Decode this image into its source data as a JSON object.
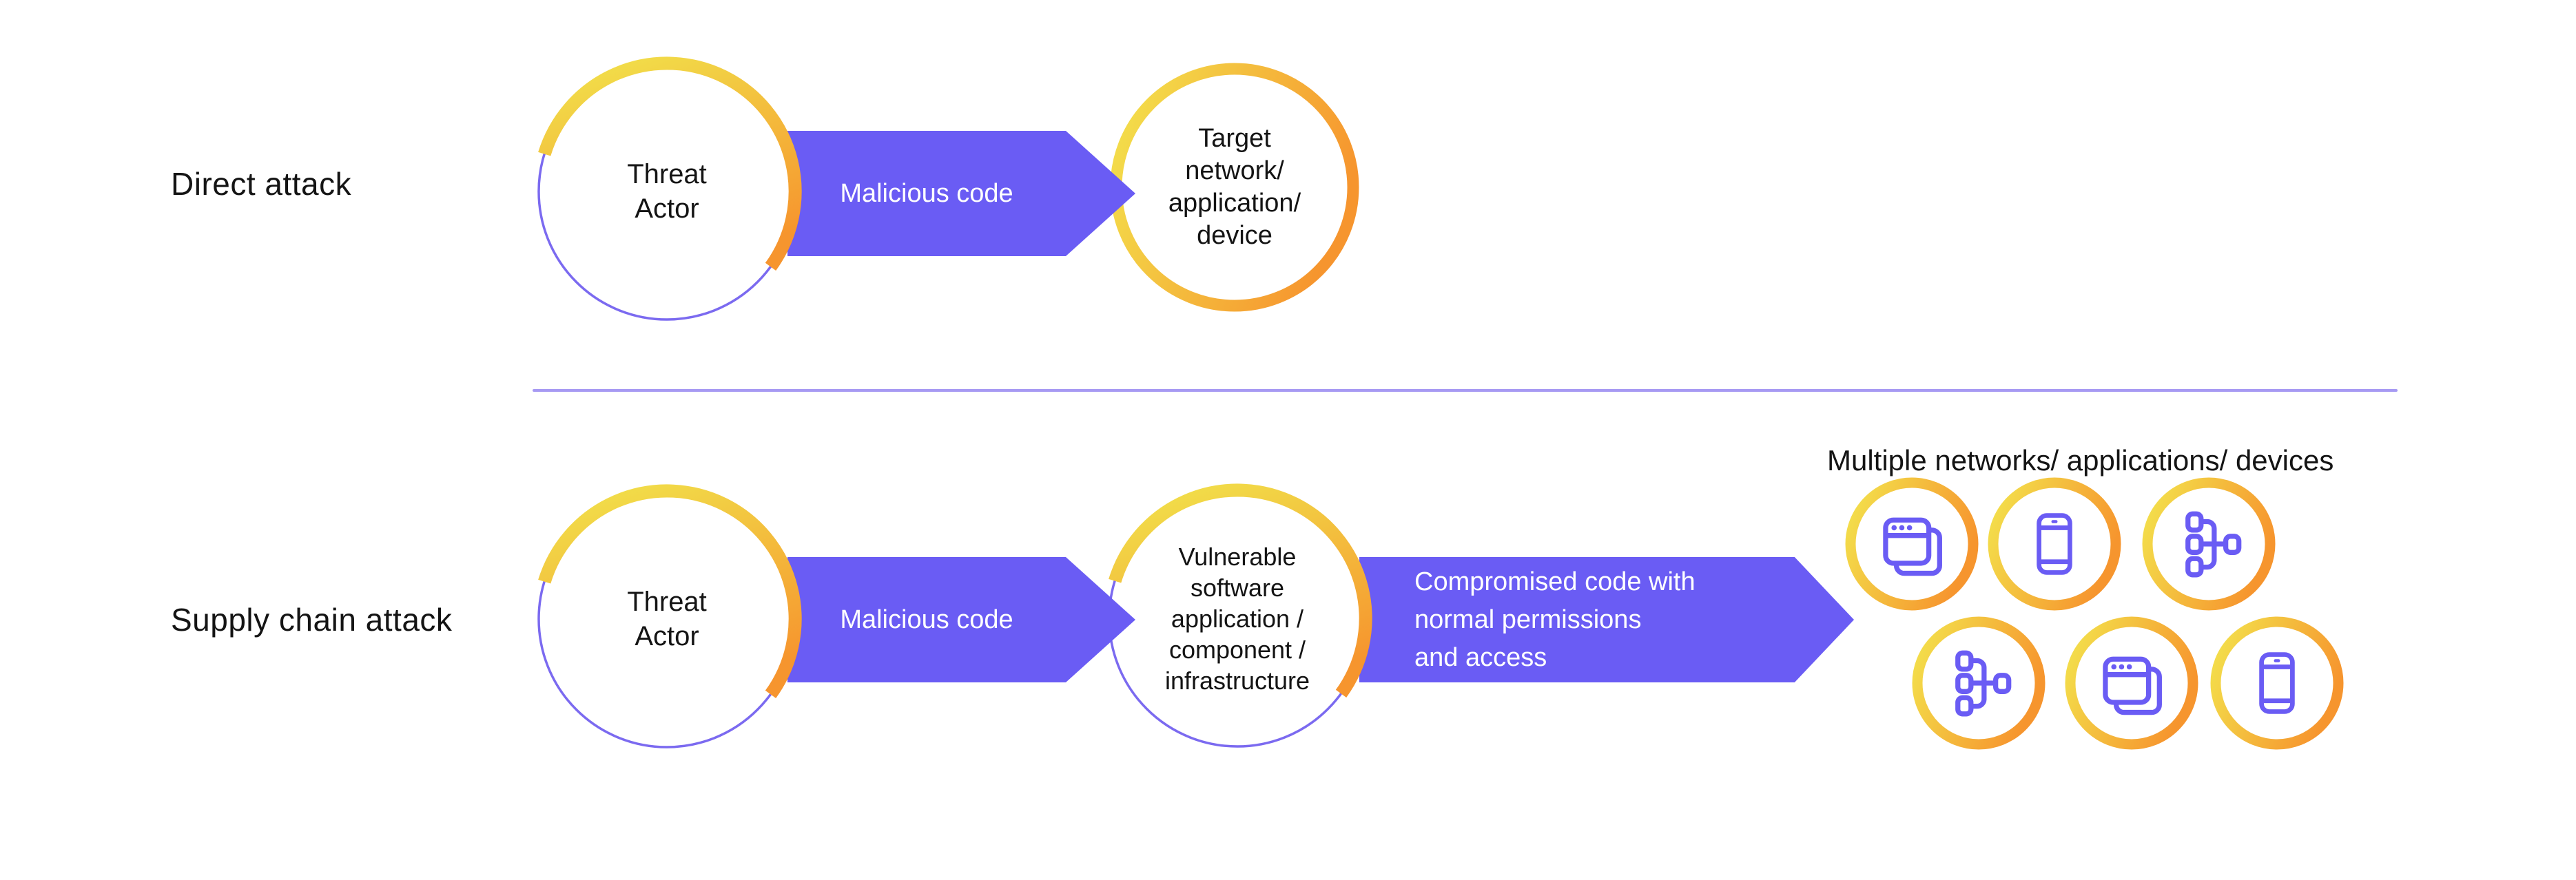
{
  "page": {
    "background": "#ffffff"
  },
  "colors": {
    "accent_purple": "#6A5CF4",
    "circle_outline_purple": "#7B6AF0",
    "divider_purple": "#A79AF3",
    "ring_yellow": "#F1E04A",
    "ring_orange": "#F6952E",
    "text_dark": "#141414",
    "arrow_text": "#FFFFFF"
  },
  "rows": {
    "direct": {
      "label": "Direct attack",
      "source_lines": [
        "Threat",
        "Actor"
      ],
      "arrow_label": "Malicious code",
      "target_lines": [
        "Target",
        "network/",
        "application/",
        "device"
      ]
    },
    "supply": {
      "label": "Supply chain attack",
      "source_lines": [
        "Threat",
        "Actor"
      ],
      "arrow_label": "Malicious code",
      "middle_lines": [
        "Vulnerable",
        "software",
        "application /",
        "component /",
        "infrastructure"
      ],
      "arrow2_lines": [
        "Compromised code with",
        "normal permissions",
        "and access"
      ],
      "result_label": "Multiple networks/ applications/ devices",
      "result_icons": [
        "browser-windows",
        "smartphone",
        "network-hierarchy",
        "network-hierarchy",
        "browser-windows",
        "smartphone"
      ]
    }
  }
}
